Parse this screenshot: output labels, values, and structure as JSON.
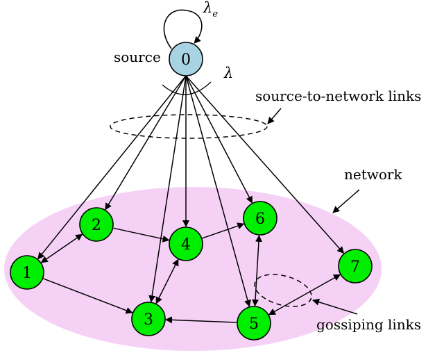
{
  "labels": {
    "source": "source",
    "self_loop_rate": "λ",
    "self_loop_sub": "e",
    "source_rate": "λ",
    "source_to_network": "source-to-network links",
    "network": "network",
    "gossiping": "gossiping links"
  },
  "colors": {
    "source_fill": "#a8d3e3",
    "node_fill": "#00ee00",
    "network_region": "#f5d2f5",
    "stroke": "#000000"
  },
  "nodes": [
    {
      "id": "0",
      "label": "0",
      "role": "source"
    },
    {
      "id": "1",
      "label": "1"
    },
    {
      "id": "2",
      "label": "2"
    },
    {
      "id": "3",
      "label": "3"
    },
    {
      "id": "4",
      "label": "4"
    },
    {
      "id": "5",
      "label": "5"
    },
    {
      "id": "6",
      "label": "6"
    },
    {
      "id": "7",
      "label": "7"
    }
  ],
  "source_edges": [
    "1",
    "2",
    "3",
    "4",
    "5",
    "6",
    "7"
  ],
  "directed_edges": [
    {
      "from": "1",
      "to": "3"
    },
    {
      "from": "2",
      "to": "4"
    },
    {
      "from": "4",
      "to": "6"
    },
    {
      "from": "5",
      "to": "3"
    }
  ],
  "bidirectional_edges": [
    {
      "a": "1",
      "b": "2"
    },
    {
      "a": "3",
      "b": "4"
    },
    {
      "a": "5",
      "b": "6"
    },
    {
      "a": "5",
      "b": "7"
    }
  ]
}
